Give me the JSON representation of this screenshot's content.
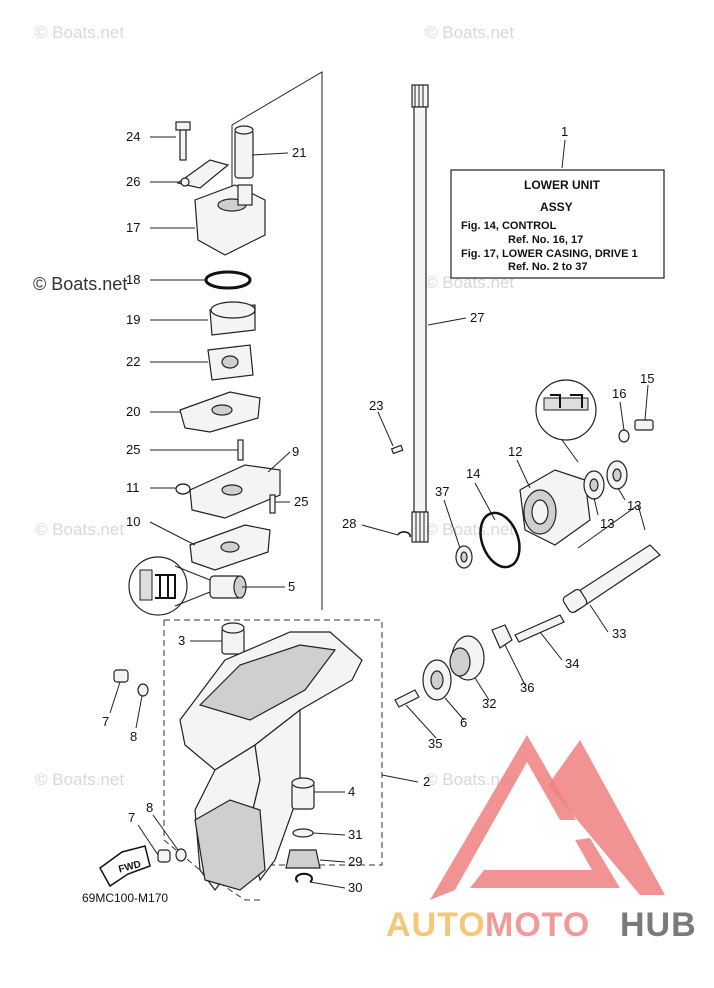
{
  "watermark": {
    "text": "© Boats.net",
    "primary_text": "© Boats.net"
  },
  "info_box": {
    "ref_number": "1",
    "line1": "LOWER UNIT",
    "line2": "ASSY",
    "line3": "Fig. 14, CONTROL",
    "line4": "Ref. No. 16, 17",
    "line5": "Fig. 17, LOWER CASING, DRIVE 1",
    "line6": "Ref. No. 2 to 37"
  },
  "diagram_code": "69MC100-M170",
  "fwd_label": "FWD",
  "part_numbers": [
    "24",
    "21",
    "26",
    "17",
    "18",
    "19",
    "22",
    "20",
    "25",
    "9",
    "11",
    "25",
    "10",
    "5",
    "3",
    "7",
    "8",
    "2",
    "4",
    "31",
    "29",
    "30",
    "8",
    "7",
    "27",
    "23",
    "28",
    "37",
    "14",
    "12",
    "16",
    "15",
    "13",
    "13",
    "33",
    "34",
    "36",
    "32",
    "6",
    "35"
  ],
  "logo": {
    "auto": "AUTO",
    "moto": "MOTO",
    "hub": "HUB"
  },
  "colors": {
    "logo_red": "#f08080",
    "logo_yellow": "#f6c77a",
    "logo_gray": "#7a7a7a",
    "watermark": "#d8d8d8"
  }
}
